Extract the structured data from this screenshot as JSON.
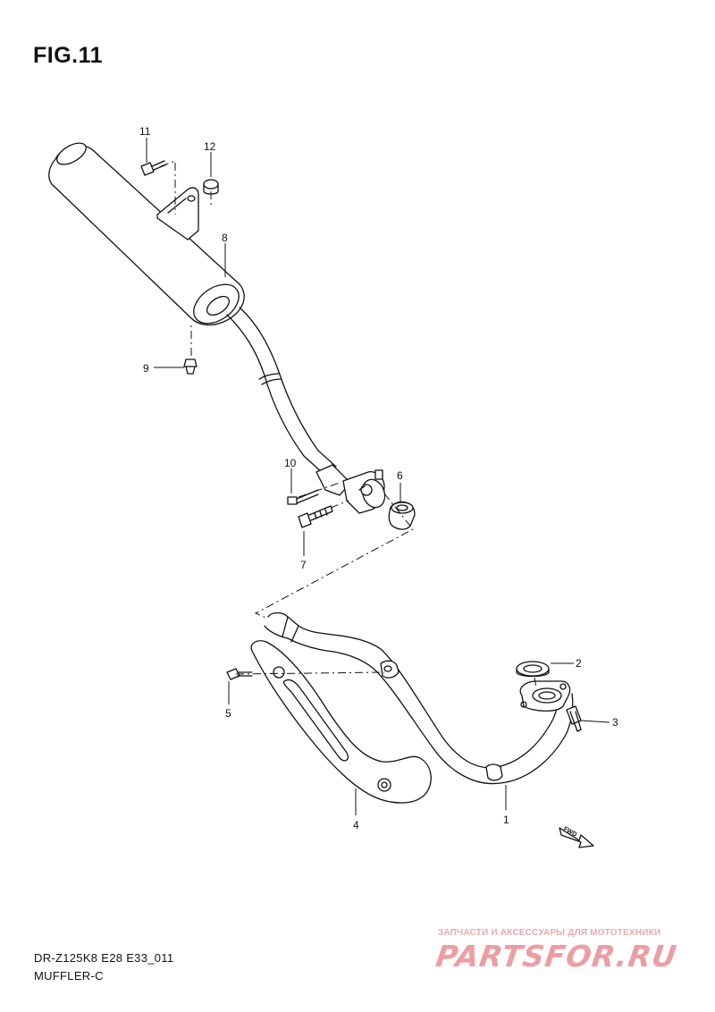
{
  "figure": {
    "title": "FIG.11"
  },
  "callouts": {
    "c1": "1",
    "c2": "2",
    "c3": "3",
    "c4": "4",
    "c5": "5",
    "c6": "6",
    "c7": "7",
    "c8": "8",
    "c9": "9",
    "c10": "10",
    "c11": "11",
    "c12": "12"
  },
  "footer": {
    "model_code": "DR-Z125K8 E28 E33_011",
    "section_name": "MUFFLER-C"
  },
  "watermark": {
    "tagline": "ЗАПЧАСТИ И АКСЕССУАРЫ ДЛЯ МОТОТЕХНИКИ",
    "logo": "PARTSFOR.RU",
    "color": "#ec9ea3"
  },
  "fwd_marker": {
    "label": "FWD"
  }
}
